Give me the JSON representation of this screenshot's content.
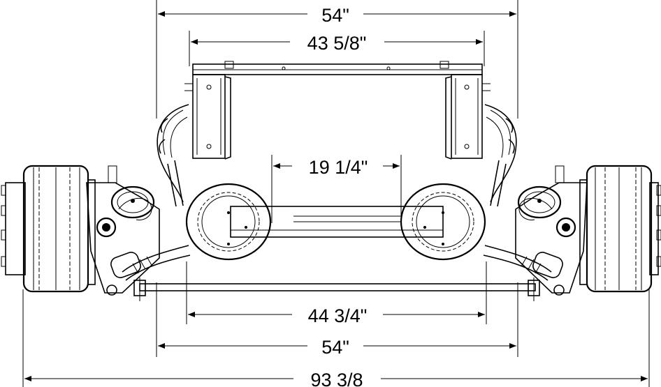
{
  "dimensions": {
    "top_overall": "54\"",
    "top_inner": "43 5/8\"",
    "center": "19 1/4\"",
    "lower_inner": "44 3/4\"",
    "lower_overall": "54\"",
    "total_width": "93 3/8"
  },
  "colors": {
    "line": "#000000",
    "background": "#ffffff"
  }
}
